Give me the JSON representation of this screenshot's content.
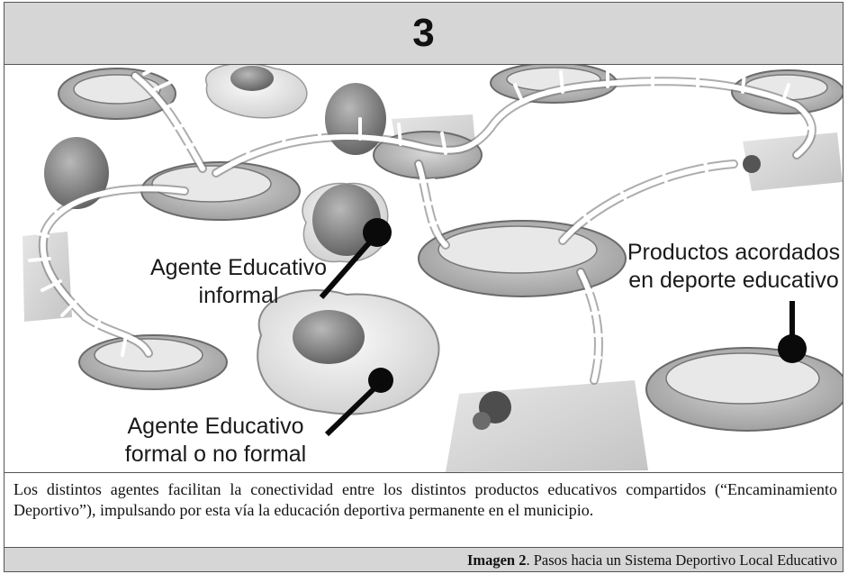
{
  "header": {
    "step_number": "3"
  },
  "labels": {
    "informal_agent": [
      "Agente Educativo",
      "informal"
    ],
    "formal_agent": [
      "Agente Educativo",
      "formal o no formal"
    ],
    "products": [
      "Productos acordados",
      "en deporte educativo"
    ]
  },
  "caption": "Los distintos agentes facilitan la conectividad entre los distintos productos educativos compartidos (“Encaminamiento Deportivo”), impulsando por esta vía la educación deportiva permanente en el municipio.",
  "footer": {
    "figure_label": "Imagen 2",
    "figure_title": ". Pasos hacia un Sistema Deportivo Local Educativo"
  },
  "colors": {
    "header_bg": "#d6d6d6",
    "plate_fill": "#bdbdbd",
    "egg_white": "#ececec",
    "yolk": "#8c8c8c",
    "ladder": "#ffffff"
  }
}
